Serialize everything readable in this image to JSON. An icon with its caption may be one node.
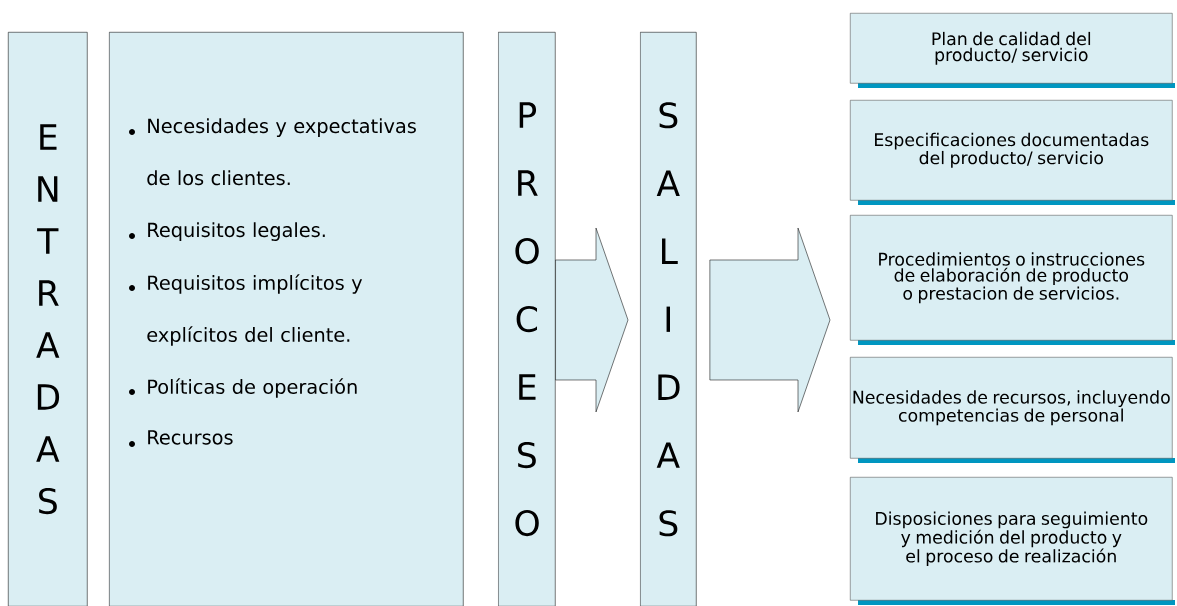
{
  "diagram": {
    "nodes": [
      {
        "text": [
          "E N T R A D A S"
        ]
      },
      {
        "text": [
          "Necesidades y expectativas de los clientes.",
          "Requisitos legales.",
          "Requisitos implícitos y explícitos del cliente.",
          "Políticas de operación",
          "Recursos"
        ]
      },
      {
        "text": [
          "P R O C E S O"
        ]
      },
      {
        "text": [
          "S A L I D A S"
        ]
      },
      {
        "text": [
          "Plan de calidad del producto/ servicio"
        ]
      },
      {
        "text": [
          "Especificaciones documentadas del producto/ servicio"
        ]
      },
      {
        "text": [
          "Procedimientos o instrucciones de elaboración de producto o prestacion de servicios."
        ]
      },
      {
        "text": [
          "Necesidades de recursos, incluyendo competencias de personal"
        ]
      },
      {
        "text": [
          "Disposiciones para seguimiento y medición del producto y el proceso de realización"
        ]
      }
    ],
    "edges": [
      {
        "from": 2,
        "to": 3,
        "arrow": "to"
      },
      {
        "from": 3,
        "to": 6,
        "arrow": "to"
      }
    ]
  }
}
